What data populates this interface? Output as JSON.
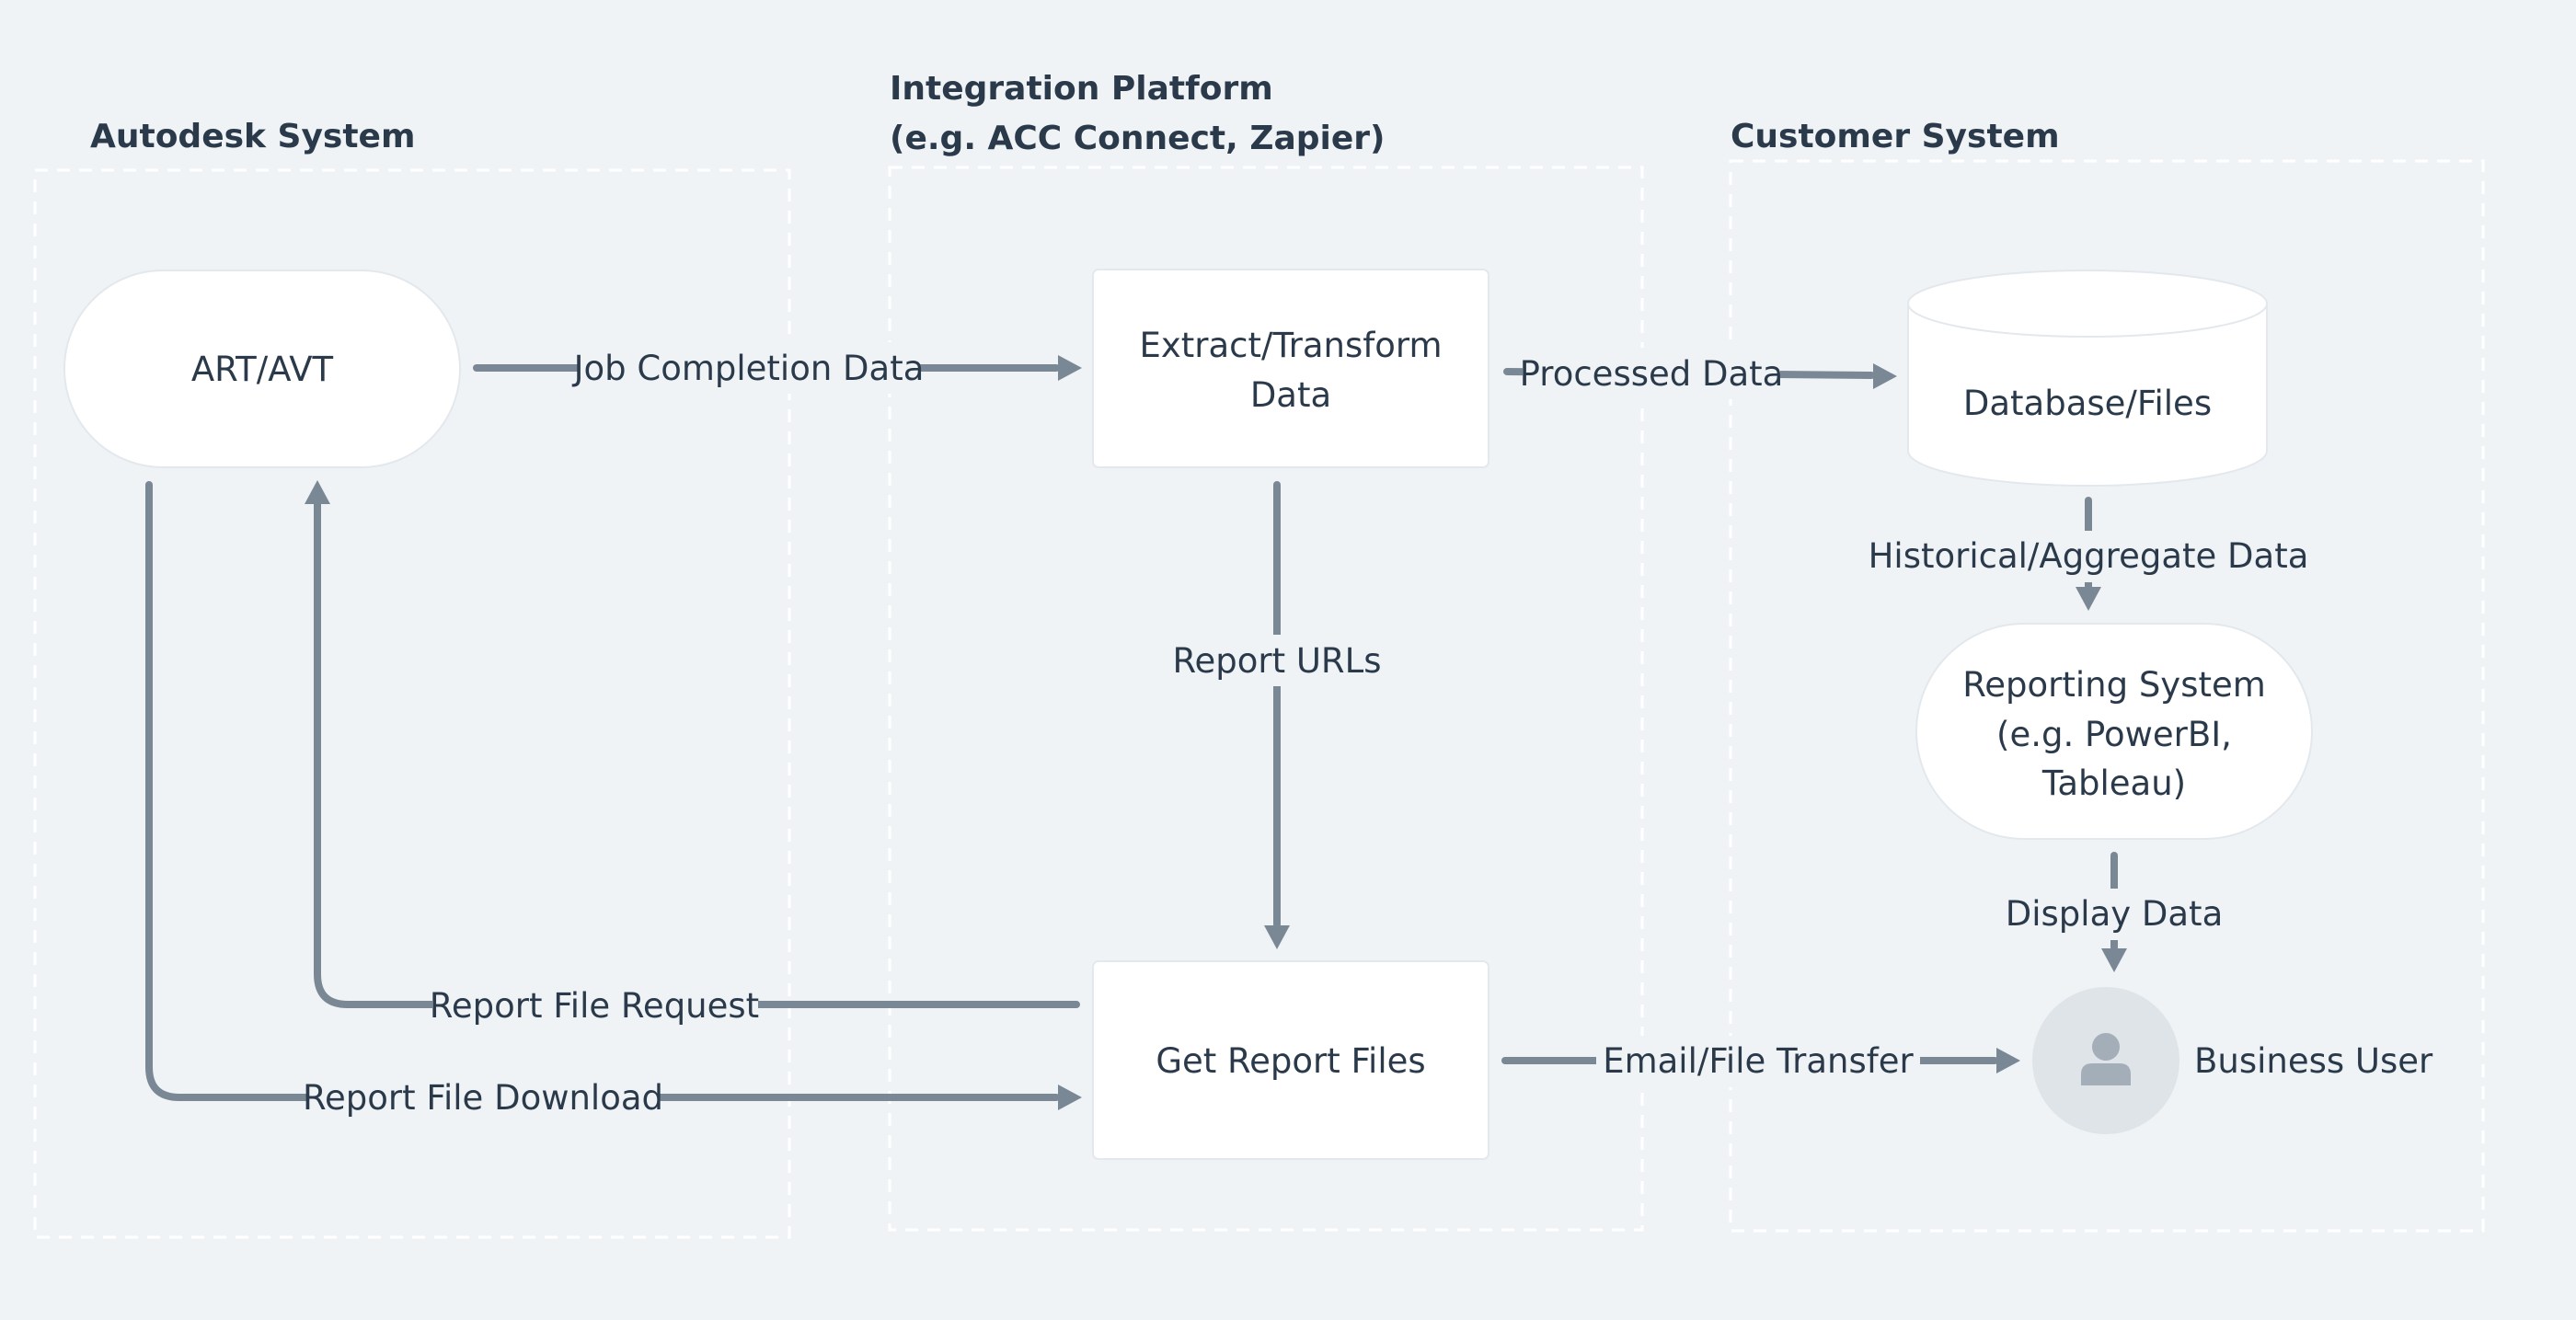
{
  "groups": {
    "autodesk": {
      "title": "Autodesk System"
    },
    "integration": {
      "title_line1": "Integration Platform",
      "title_line2": "(e.g. ACC Connect, Zapier)"
    },
    "customer": {
      "title": "Customer System"
    }
  },
  "nodes": {
    "art_avt": {
      "label": "ART/AVT"
    },
    "extract": {
      "line1": "Extract/Transform",
      "line2": "Data"
    },
    "get_report": {
      "label": "Get Report Files"
    },
    "database": {
      "label": "Database/Files"
    },
    "reporting": {
      "line1": "Reporting System",
      "line2": "(e.g. PowerBI,",
      "line3": "Tableau)"
    },
    "business_user": {
      "label": "Business User",
      "icon": "user-icon"
    }
  },
  "edges": {
    "job_completion": {
      "label": "Job Completion Data"
    },
    "processed": {
      "label": "Processed Data"
    },
    "report_urls": {
      "label": "Report URLs"
    },
    "historical": {
      "label": "Historical/Aggregate Data"
    },
    "display": {
      "label": "Display Data"
    },
    "file_request": {
      "label": "Report File Request"
    },
    "file_download": {
      "label": "Report File Download"
    },
    "email_transfer": {
      "label": "Email/File Transfer"
    }
  },
  "colors": {
    "background": "#eff3f6",
    "node_fill": "#ffffff",
    "edge": "#7a8896",
    "text": "#2b3a4a",
    "avatar": "#dfe4e8"
  }
}
